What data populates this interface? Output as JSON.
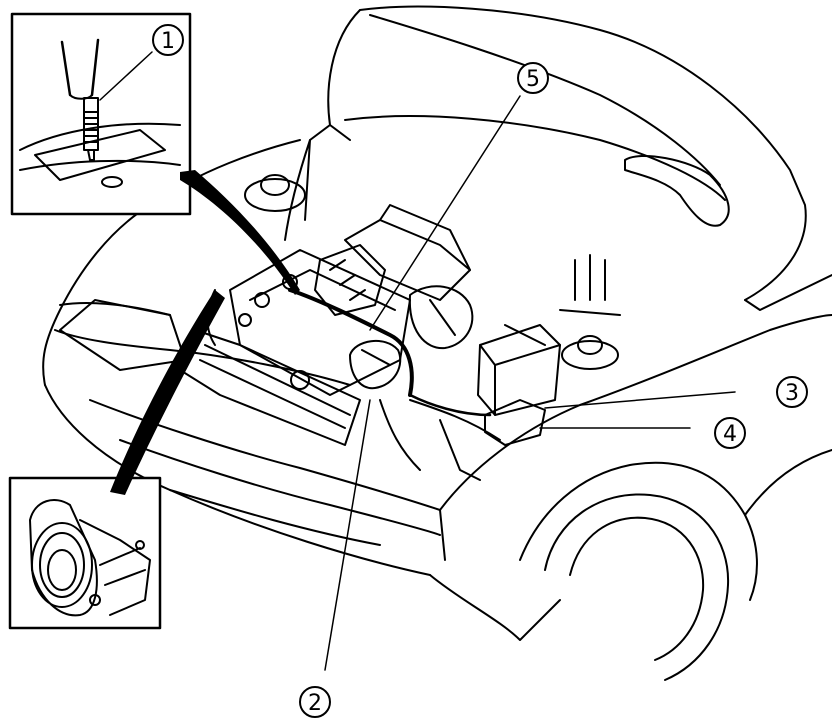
{
  "diagram": {
    "callouts": [
      {
        "id": "c1",
        "label": "1"
      },
      {
        "id": "c2",
        "label": "2"
      },
      {
        "id": "c3",
        "label": "3"
      },
      {
        "id": "c4",
        "label": "4"
      },
      {
        "id": "c5",
        "label": "5"
      }
    ],
    "insets": {
      "top_left": {
        "depicts": "spark-plug"
      },
      "bottom_left": {
        "depicts": "crankshaft-pulley"
      }
    },
    "colors": {
      "ink": "#000000",
      "paper": "#ffffff"
    }
  }
}
